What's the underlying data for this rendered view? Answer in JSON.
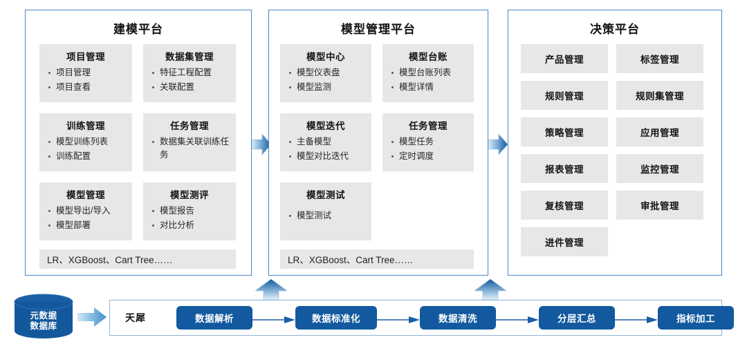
{
  "diagram": {
    "title_note": "AI modeling / model management / decision platform architecture"
  },
  "platforms": [
    {
      "id": "modeling",
      "title": "建模平台",
      "cards": [
        {
          "title": "项目管理",
          "items": [
            "项目管理",
            "项目查看"
          ]
        },
        {
          "title": "数据集管理",
          "items": [
            "特征工程配置",
            "关联配置"
          ]
        },
        {
          "title": "训练管理",
          "items": [
            "模型训练列表",
            "训练配置"
          ]
        },
        {
          "title": "任务管理",
          "items": [
            "数据集关联训练任务"
          ]
        },
        {
          "title": "模型管理",
          "items": [
            "模型导出/导入",
            "模型部署"
          ]
        },
        {
          "title": "模型测评",
          "items": [
            "模型报告",
            "对比分析"
          ]
        }
      ],
      "footer": "LR、XGBoost、Cart Tree……"
    },
    {
      "id": "model-management",
      "title": "模型管理平台",
      "cards": [
        {
          "title": "模型中心",
          "items": [
            "模型仪表盘",
            "模型监测"
          ]
        },
        {
          "title": "模型台账",
          "items": [
            "模型台账列表",
            "模型详情"
          ]
        },
        {
          "title": "模型迭代",
          "items": [
            "主备模型",
            "模型对比迭代"
          ]
        },
        {
          "title": "任务管理",
          "items": [
            "模型任务",
            "定时调度"
          ]
        },
        {
          "title": "模型测试",
          "items": [
            "模型测试"
          ]
        }
      ],
      "footer": "LR、XGBoost、Cart Tree……"
    },
    {
      "id": "decision",
      "title": "决策平台",
      "tiles": [
        "产品管理",
        "标签管理",
        "规则管理",
        "规则集管理",
        "策略管理",
        "应用管理",
        "报表管理",
        "监控管理",
        "复核管理",
        "审批管理",
        "进件管理"
      ]
    }
  ],
  "pipeline": {
    "label": "天犀",
    "stages": [
      "数据解析",
      "数据标准化",
      "数据清洗",
      "分层汇总",
      "指标加工"
    ]
  },
  "datasource": {
    "line1": "元数据",
    "line2": "数据库"
  },
  "colors": {
    "panel_border": "#4a86c5",
    "pipeline_border": "#8fb4d4",
    "card_bg": "#e7e7e7",
    "stage_blue": "#12599f",
    "arrow_dark": "#0f5ba1",
    "arrow_light": "#d7ecf8",
    "cylinder_blue": "#13589d"
  }
}
